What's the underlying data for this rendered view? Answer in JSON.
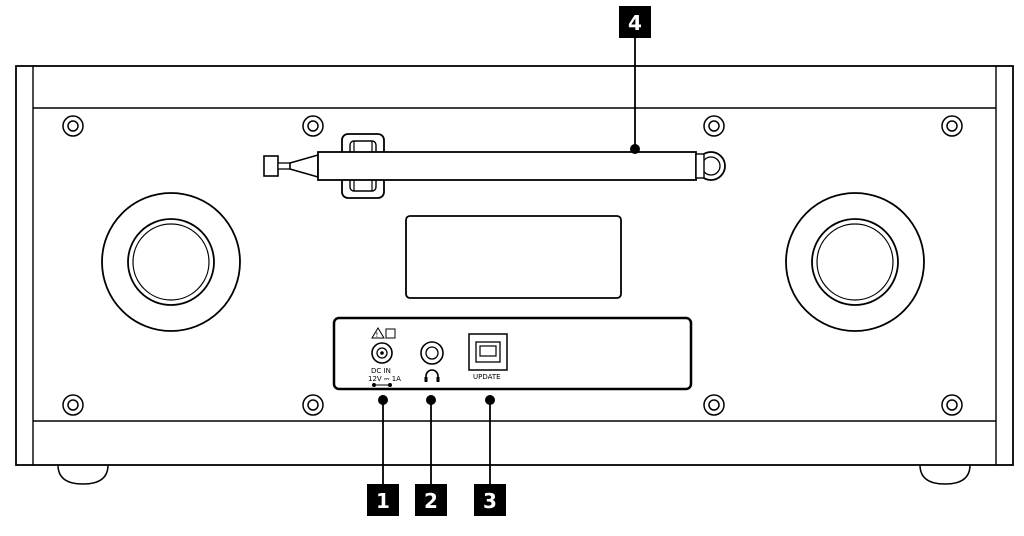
{
  "callouts": [
    {
      "number": "1",
      "target": "dc-in-socket"
    },
    {
      "number": "2",
      "target": "headphone-jack"
    },
    {
      "number": "3",
      "target": "usb-update-port"
    },
    {
      "number": "4",
      "target": "telescopic-antenna"
    }
  ],
  "port_labels": {
    "dc_in": "DC  IN",
    "dc_rating": "12V ⎓ 1A",
    "update": "UPDATE"
  },
  "colors": {
    "line": "#000000",
    "fill": "#ffffff",
    "callout_bg": "#000000",
    "callout_text": "#ffffff"
  }
}
